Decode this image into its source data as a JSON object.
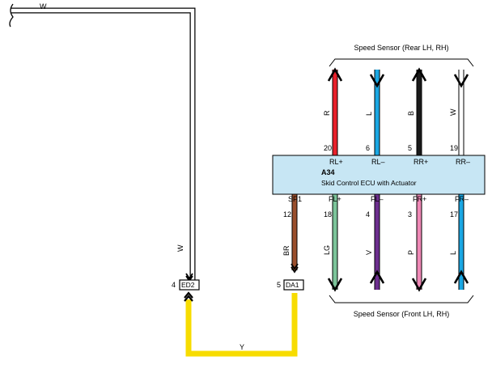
{
  "ecu": {
    "code": "A34",
    "name": "Skid Control ECU with Actuator",
    "fill": "#c7e6f4"
  },
  "groups": {
    "rear": "Speed Sensor (Rear LH,  RH)",
    "front": "Speed Sensor (Front LH,  RH)"
  },
  "top_pins": [
    {
      "pin": "20",
      "term": "RL+",
      "wire": "R",
      "color": "#e8202a",
      "arrow": "up"
    },
    {
      "pin": "6",
      "term": "RL–",
      "wire": "L",
      "color": "#1aa7e3",
      "arrow": "down"
    },
    {
      "pin": "5",
      "term": "RR+",
      "wire": "B",
      "color": "#1a1a1a",
      "arrow": "up"
    },
    {
      "pin": "19",
      "term": "RR–",
      "wire": "W",
      "color": "#ffffff",
      "arrow": "down"
    }
  ],
  "bottom_pins": [
    {
      "pin": "12",
      "term": "SP1",
      "wire": "BR",
      "color": "#9a4e2c",
      "arrow": "connector"
    },
    {
      "pin": "18",
      "term": "FL+",
      "wire": "LG",
      "color": "#7cc49a",
      "arrow": "down"
    },
    {
      "pin": "4",
      "term": "FL–",
      "wire": "V",
      "color": "#6d2f8f",
      "arrow": "up"
    },
    {
      "pin": "3",
      "term": "FR+",
      "wire": "P",
      "color": "#ef88b6",
      "arrow": "down"
    },
    {
      "pin": "17",
      "term": "FR–",
      "wire": "L",
      "color": "#1aa7e3",
      "arrow": "up"
    }
  ],
  "connectors": [
    {
      "pin": "4",
      "code": "ED2"
    },
    {
      "pin": "5",
      "code": "DA1"
    }
  ],
  "wires": {
    "top_left": "W",
    "ed2_vertical": "W",
    "bottom_loop": "Y",
    "loop_color": "#f7dc00"
  }
}
